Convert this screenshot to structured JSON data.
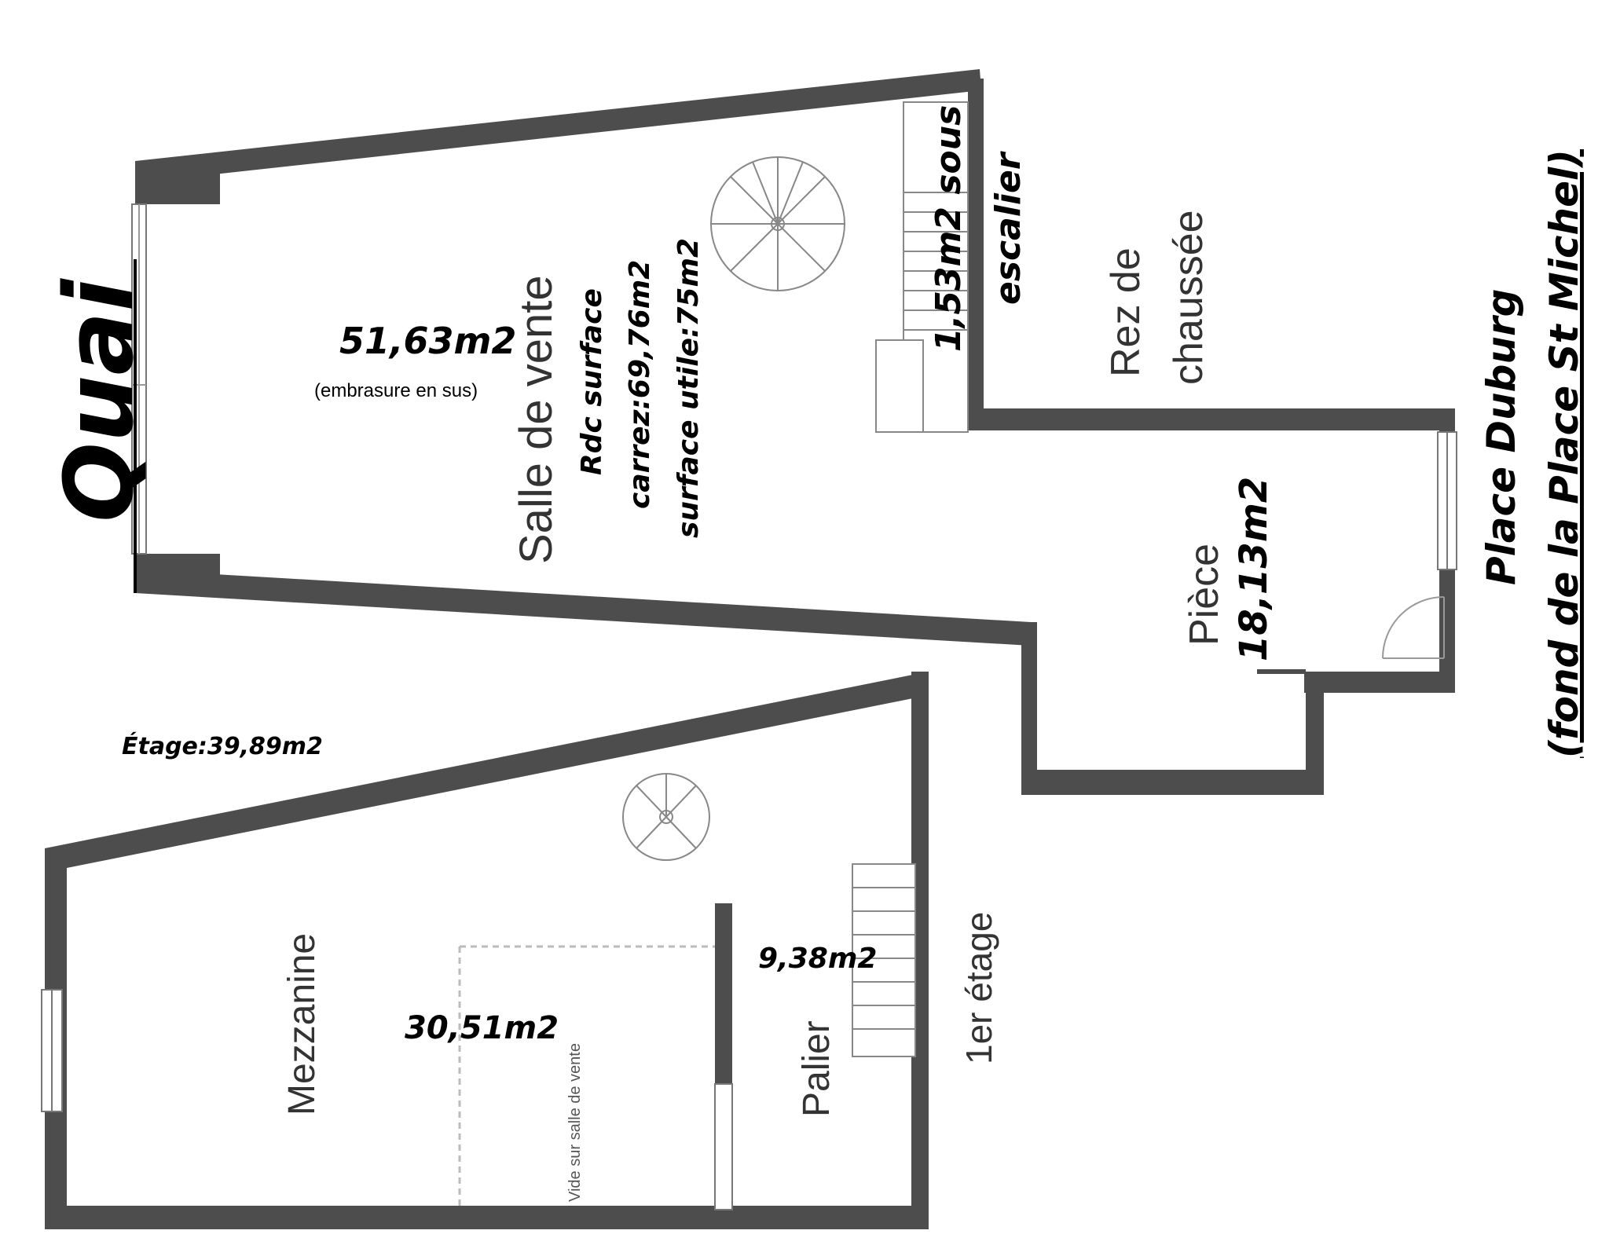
{
  "labels": {
    "quai": "Quai",
    "salle_de_vente": "Salle de vente",
    "area_salle": "51,63m2",
    "embrasure": "(embrasure en sus)",
    "rdc_surface": "Rdc surface",
    "carrez": "carrez:69,76m2",
    "surface_utile": "surface utile:75m2",
    "sous_escalier_area": "1,53m2 sous",
    "sous_escalier_word": "escalier",
    "rez_de": "Rez de",
    "chaussee": "chaussée",
    "piece": "Pièce",
    "piece_area": "18,13m2",
    "place_duburg": "Place  Duburg",
    "fond_place": "(fond de la Place St Michel)",
    "etage_total": "Étage:39,89m2",
    "mezzanine": "Mezzanine",
    "mezz_area": "30,51m2",
    "vide": "Vide sur salle de vente",
    "palier_area": "9,38m2",
    "palier": "Palier",
    "premier_etage": "1er étage"
  },
  "colors": {
    "wall": "#4d4d4d",
    "label_dark": "#000000",
    "room_text": "#333333"
  }
}
